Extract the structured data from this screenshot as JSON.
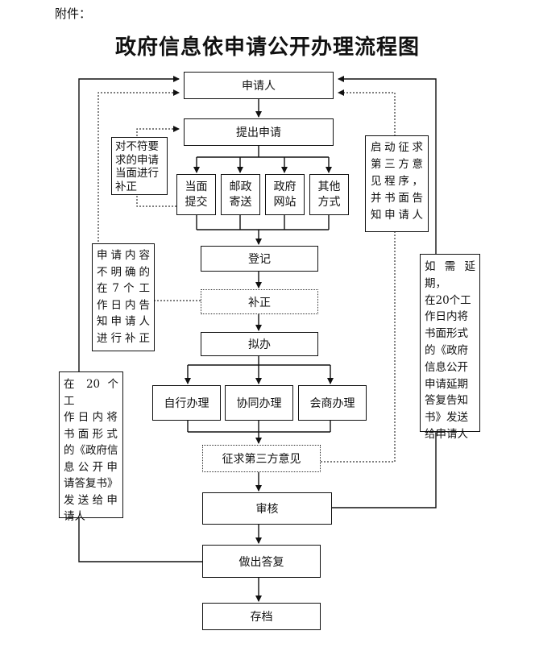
{
  "attachment_label": "附件：",
  "title": "政府信息依申请公开办理流程图",
  "steps": {
    "applicant": "申请人",
    "submit": "提出申请",
    "register": "登记",
    "correction": "补正",
    "draft": "拟办",
    "consult_third_party": "征求第三方意见",
    "review": "审核",
    "reply": "做出答复",
    "archive": "存档"
  },
  "channels": [
    {
      "line1": "当面",
      "line2": "提交"
    },
    {
      "line1": "邮政",
      "line2": "寄送"
    },
    {
      "line1": "政府",
      "line2": "网站"
    },
    {
      "line1": "其他",
      "line2": "方式"
    }
  ],
  "handling": [
    "自行办理",
    "协同办理",
    "会商办理"
  ],
  "notes": {
    "non_compliant": [
      "对不符要",
      "求的申请",
      "当面进行",
      "补正"
    ],
    "unclear": [
      "申请内容",
      "不明确的",
      "在 7 个 工",
      "作日内告",
      "知申请人",
      "进行补正"
    ],
    "twenty_days": [
      "在 20 个 工",
      "作 日 内 将",
      "书 面 形 式",
      "的《政府信",
      "息 公 开 申",
      "请答复书》",
      "发 送 给 申",
      "请人"
    ],
    "third_party": [
      "启动征求",
      "第三方意",
      "见程序，",
      "并书面告",
      "知申请人"
    ],
    "extension": [
      "如需延期，",
      "在20个工",
      "作日内将",
      "书面形式",
      "的《政府",
      "信息公开",
      "申请延期",
      "答复告知",
      "书》发送",
      "给申请人"
    ]
  }
}
